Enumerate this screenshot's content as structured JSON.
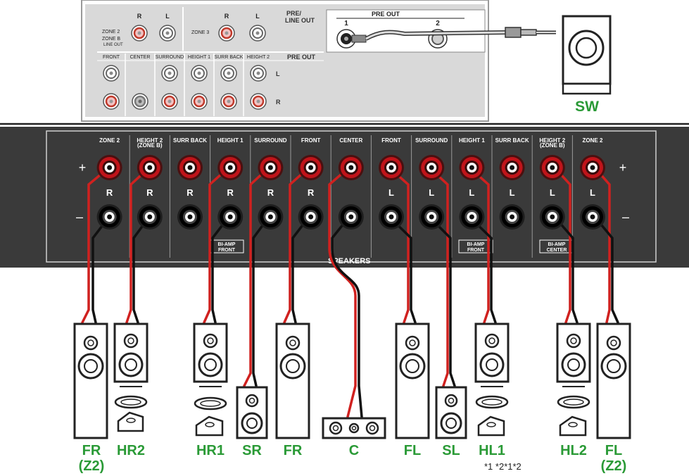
{
  "colors": {
    "speaker_label": "#2a9a36",
    "panel": "#3a3a3a",
    "positive_wire": "#d0211f",
    "negative_wire": "#111111",
    "preout_panel": "#d9d9d9"
  },
  "preout_panel": {
    "zone2_label": "ZONE 2",
    "zoneb_label": "ZONE B",
    "lineout_label": "LINE OUT",
    "zone3_label": "ZONE 3",
    "pre_line_out_label_1": "PRE/",
    "pre_line_out_label_2": "LINE OUT",
    "pre_out_label": "PRE OUT",
    "pre_out_sub_label": "PRE OUT",
    "jack_1_label": "1",
    "jack_2_label": "2",
    "r_label": "R",
    "l_label": "L",
    "channel_labels": [
      "FRONT",
      "CENTER",
      "SURROUND",
      "HEIGHT 1",
      "SURR BACK",
      "HEIGHT 2"
    ]
  },
  "subwoofer_label": "SW",
  "speaker_panel": {
    "terminal_labels": [
      "ZONE 2",
      "HEIGHT 2",
      "SURR BACK",
      "HEIGHT 1",
      "SURROUND",
      "FRONT",
      "CENTER",
      "FRONT",
      "SURROUND",
      "HEIGHT 1",
      "SURR BACK",
      "HEIGHT 2",
      "ZONE 2"
    ],
    "zone_b_sub_label": "(ZONE B)",
    "channel_letters": [
      "R",
      "R",
      "R",
      "R",
      "R",
      "R",
      "",
      "L",
      "L",
      "L",
      "L",
      "L",
      "L"
    ],
    "plus_sign": "+",
    "minus_sign": "–",
    "biamp_labels": [
      {
        "top": "BI-AMP",
        "bottom": "FRONT"
      },
      {
        "top": "BI-AMP",
        "bottom": "FRONT"
      },
      {
        "top": "BI-AMP",
        "bottom": "CENTER"
      }
    ],
    "speakers_label": "SPEAKERS"
  },
  "speaker_labels": {
    "fr_z2_line1": "FR",
    "fr_z2_line2": "(Z2)",
    "hr2": "HR2",
    "hr1": "HR1",
    "sr": "SR",
    "fr": "FR",
    "c": "C",
    "fl": "FL",
    "sl": "SL",
    "hl1": "HL1",
    "hl2": "HL2",
    "fl_z2_line1": "FL",
    "fl_z2_line2": "(Z2)"
  },
  "footnote": "*1 *2*1*2"
}
